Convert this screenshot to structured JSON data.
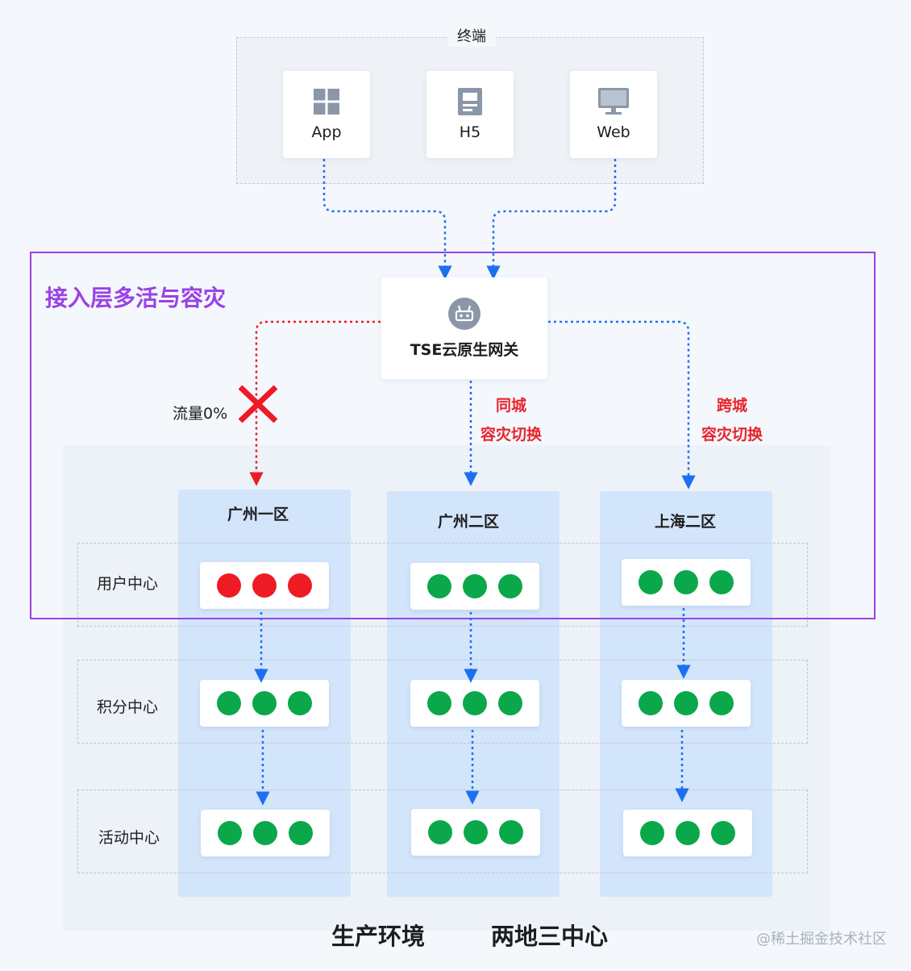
{
  "terminal": {
    "title": "终端",
    "items": [
      {
        "label": "App",
        "icon": "app-grid-icon"
      },
      {
        "label": "H5",
        "icon": "h5-page-icon"
      },
      {
        "label": "Web",
        "icon": "monitor-icon"
      }
    ]
  },
  "access_layer": {
    "title": "接入层多活与容灾",
    "gateway": {
      "label": "TSE云原生网关",
      "icon": "gateway-router-icon"
    },
    "traffic_label": "流量0%",
    "same_city": [
      "同城",
      "容灾切换"
    ],
    "cross_city": [
      "跨城",
      "容灾切换"
    ]
  },
  "regions": [
    "广州一区",
    "广州二区",
    "上海二区"
  ],
  "services": [
    "用户中心",
    "积分中心",
    "活动中心"
  ],
  "colors": {
    "healthy": "#0aa84a",
    "failed": "#ee1b24",
    "flow": "#1d6ff2",
    "failed_flow": "#ee1b24",
    "frame": "#9a41e6"
  },
  "footer": {
    "left": "生产环境",
    "right": "两地三中心"
  },
  "watermark": "@稀土掘金技术社区"
}
